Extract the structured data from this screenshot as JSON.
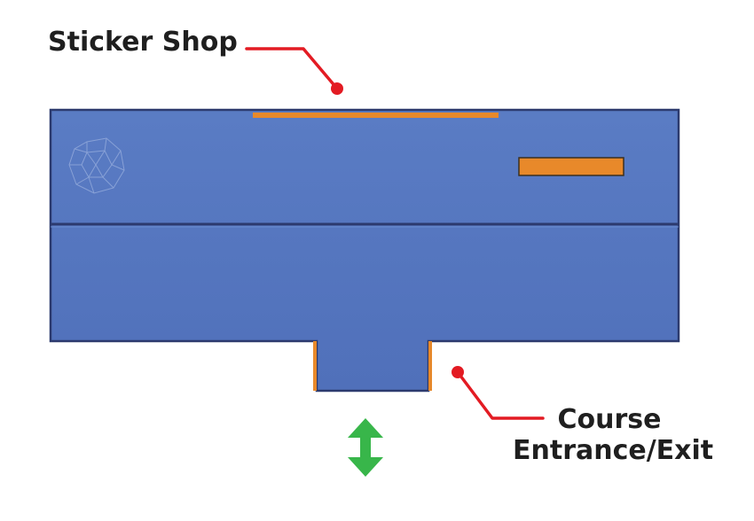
{
  "labels": {
    "sticker_shop": "Sticker Shop",
    "course_line1": "Course",
    "course_line2": "Entrance/Exit"
  },
  "colors": {
    "floor": "#5576bf",
    "floor_edge": "#2c3a6e",
    "wall_accent": "#e8892a",
    "callout_line": "#e31b23",
    "arrow": "#38b64a",
    "label_text": "#1f1f1f",
    "background": "#ffffff"
  },
  "icons": {
    "table": "polyhedron-table-icon",
    "counter": "counter-icon",
    "arrow": "bidirectional-vertical-arrow-icon"
  }
}
